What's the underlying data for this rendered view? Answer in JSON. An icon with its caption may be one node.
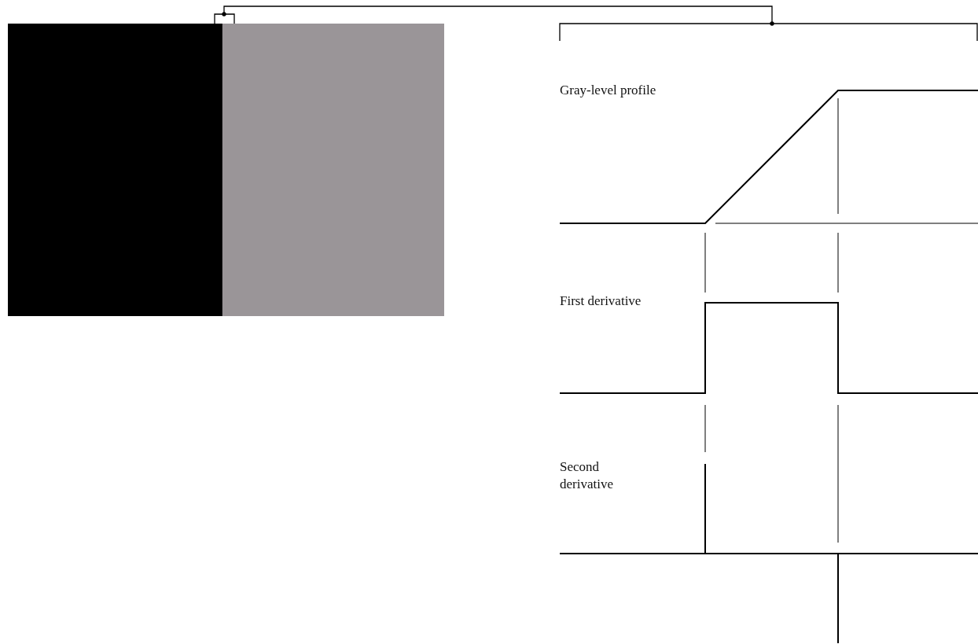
{
  "diagram": {
    "labels": [
      "Gray-level profile",
      "First derivative",
      "Second derivative"
    ]
  }
}
